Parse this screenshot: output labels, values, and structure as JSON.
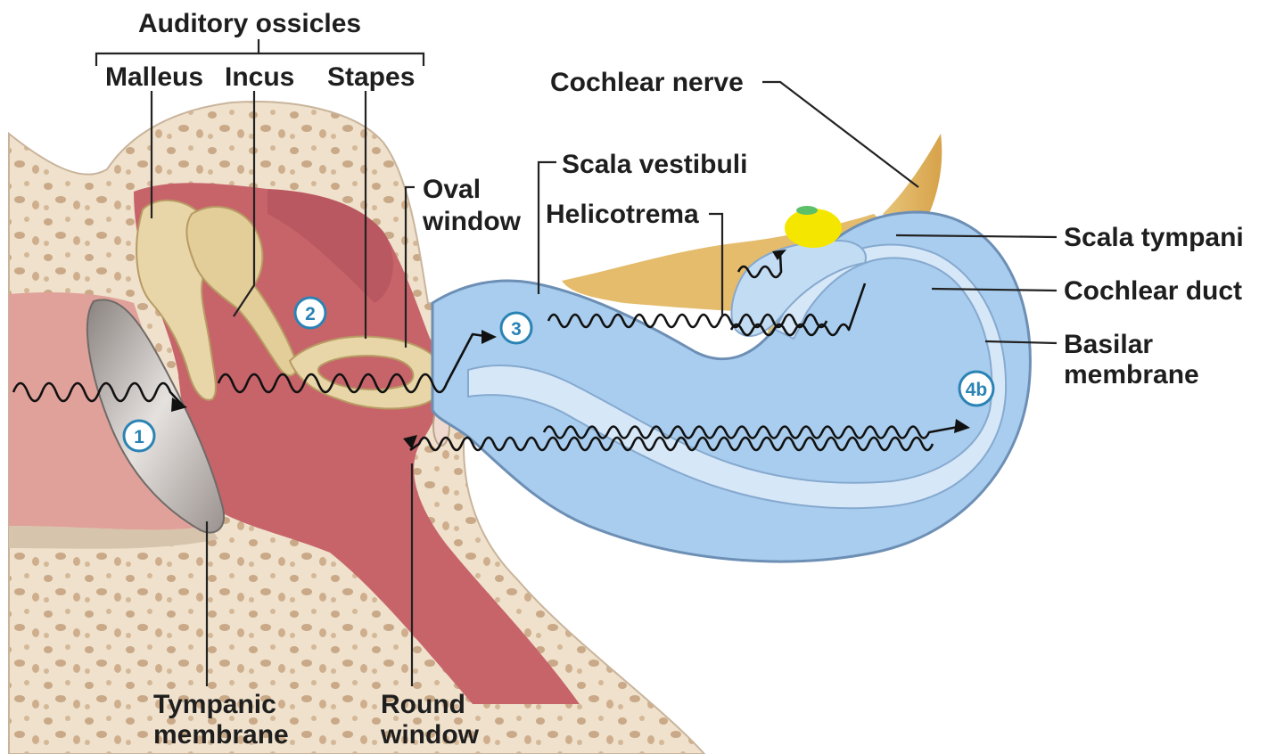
{
  "labels": {
    "auditory_ossicles": "Auditory ossicles",
    "malleus": "Malleus",
    "incus": "Incus",
    "stapes": "Stapes",
    "oval_window_1": "Oval",
    "oval_window_2": "window",
    "cochlear_nerve": "Cochlear nerve",
    "scala_vestibuli": "Scala vestibuli",
    "helicotrema": "Helicotrema",
    "scala_tympani": "Scala tympani",
    "cochlear_duct": "Cochlear duct",
    "basilar_membrane_1": "Basilar",
    "basilar_membrane_2": "membrane",
    "tympanic_membrane_1": "Tympanic",
    "tympanic_membrane_2": "membrane",
    "round_window_1": "Round",
    "round_window_2": "window"
  },
  "steps": [
    "1",
    "2",
    "3",
    "4b"
  ],
  "colors": {
    "bone": "#efe1cc",
    "bone_pore": "#c9a987",
    "middle_ear": "#c7646a",
    "canal": "#e0a19a",
    "ossicle": "#e8d6a8",
    "cochlea_fluid": "#a9cdee",
    "cochlea_duct": "#d6e8f8",
    "nerve": "#e2b65e",
    "eardrum": "#b9b2ad",
    "highlight": "#f5e600"
  }
}
